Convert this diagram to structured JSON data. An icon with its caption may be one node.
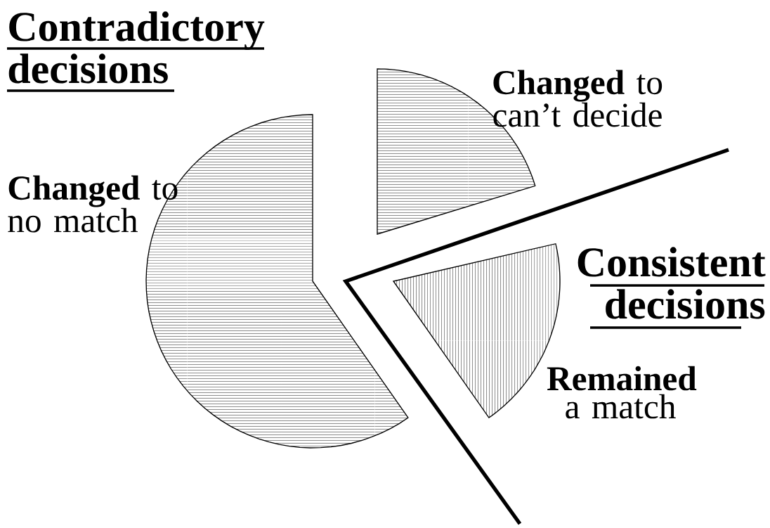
{
  "diagram": {
    "labels": [
      "Contradictory decisions",
      "**Changed** to can’t decide",
      "**Changed** to no match",
      "Consistent decisions",
      "**Remained** a match"
    ]
  }
}
